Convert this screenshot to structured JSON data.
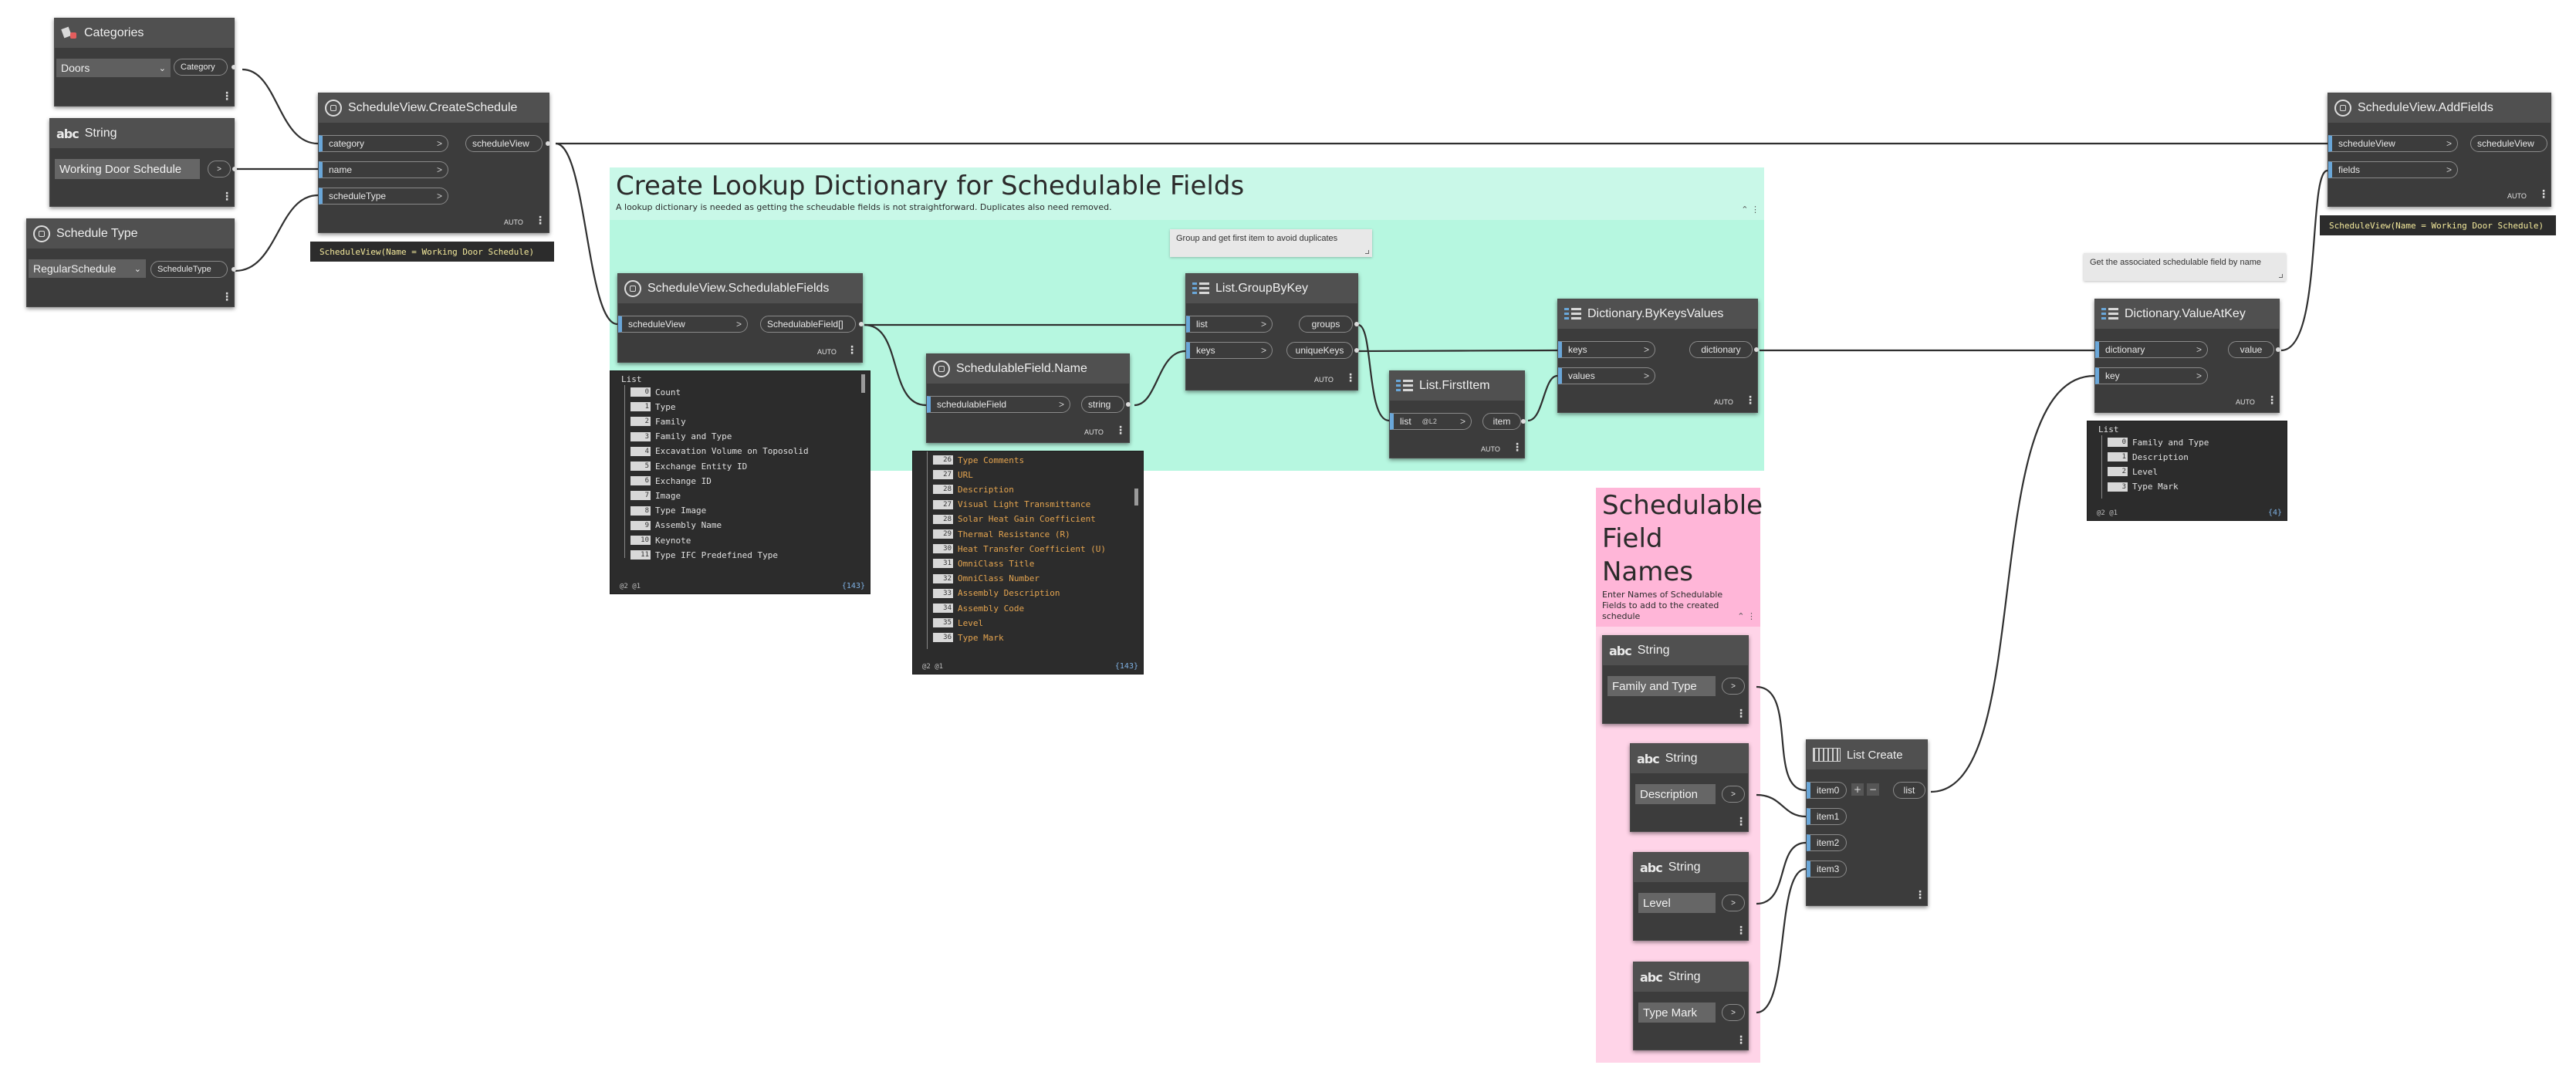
{
  "groups": {
    "lookup": {
      "title": "Create Lookup Dictionary for Schedulable Fields",
      "description": "A lookup dictionary is needed as getting the scheudable fields is not straightforward. Duplicates also need removed.",
      "color": "#b6f7e0"
    },
    "names": {
      "title": "Schedulable Field Names",
      "description": "Enter Names of Schedulable Fields to add to the created schedule",
      "color": "#ffb6d8"
    }
  },
  "notes": {
    "group_first": "Group  and get first item to avoid duplicates",
    "get_field": "Get the associated schedulable field by name"
  },
  "nodes": {
    "categories": {
      "title": "Categories",
      "selected": "Doors",
      "output": "Category"
    },
    "string_schedule": {
      "title": "String",
      "value": "Working Door Schedule",
      "output": ">"
    },
    "schedule_type": {
      "title": "Schedule Type",
      "selected": "RegularSchedule",
      "output": "ScheduleType"
    },
    "create_schedule": {
      "title": "ScheduleView.CreateSchedule",
      "inputs": [
        "category",
        "name",
        "scheduleType"
      ],
      "output": "scheduleView",
      "lacing": "AUTO",
      "result": "ScheduleView(Name = Working Door Schedule)"
    },
    "schedulable_fields": {
      "title": "ScheduleView.SchedulableFields",
      "input": "scheduleView",
      "output": "SchedulableField[]",
      "lacing": "AUTO"
    },
    "field_name": {
      "title": "SchedulableField.Name",
      "input": "schedulableField",
      "output": "string",
      "lacing": "AUTO"
    },
    "group_by_key": {
      "title": "List.GroupByKey",
      "inputs": [
        "list",
        "keys"
      ],
      "outputs": [
        "groups",
        "uniqueKeys"
      ],
      "lacing": "AUTO"
    },
    "first_item": {
      "title": "List.FirstItem",
      "input": "list",
      "level": "@L2",
      "output": "item",
      "lacing": "AUTO"
    },
    "by_keys_values": {
      "title": "Dictionary.ByKeysValues",
      "inputs": [
        "keys",
        "values"
      ],
      "output": "dictionary",
      "lacing": "AUTO"
    },
    "value_at_key": {
      "title": "Dictionary.ValueAtKey",
      "inputs": [
        "dictionary",
        "key"
      ],
      "output": "value",
      "lacing": "AUTO"
    },
    "add_fields": {
      "title": "ScheduleView.AddFields",
      "inputs": [
        "scheduleView",
        "fields"
      ],
      "output": "scheduleView",
      "lacing": "AUTO",
      "result": "ScheduleView(Name = Working Door Schedule)"
    },
    "str_family_type": {
      "title": "String",
      "value": "Family and Type",
      "output": ">"
    },
    "str_description": {
      "title": "String",
      "value": "Description",
      "output": ">"
    },
    "str_level": {
      "title": "String",
      "value": "Level",
      "output": ">"
    },
    "str_type_mark": {
      "title": "String",
      "value": "Type Mark",
      "output": ">"
    },
    "list_create": {
      "title": "List Create",
      "inputs": [
        "item0",
        "item1",
        "item2",
        "item3"
      ],
      "output": "list",
      "add": "+",
      "remove": "−"
    }
  },
  "previews": {
    "fields": {
      "title": "List",
      "items": [
        {
          "i": "0",
          "t": "Count"
        },
        {
          "i": "1",
          "t": "Type"
        },
        {
          "i": "2",
          "t": "Family"
        },
        {
          "i": "3",
          "t": "Family and Type"
        },
        {
          "i": "4",
          "t": "Excavation Volume on Toposolid"
        },
        {
          "i": "5",
          "t": "Exchange Entity ID"
        },
        {
          "i": "6",
          "t": "Exchange ID"
        },
        {
          "i": "7",
          "t": "Image"
        },
        {
          "i": "8",
          "t": "Type Image"
        },
        {
          "i": "9",
          "t": "Assembly Name"
        },
        {
          "i": "10",
          "t": "Keynote"
        },
        {
          "i": "11",
          "t": "Type IFC Predefined Type"
        }
      ],
      "footer": "@2 @1",
      "count": "{143}"
    },
    "names": {
      "items": [
        {
          "i": "26",
          "t": "Type Comments"
        },
        {
          "i": "27",
          "t": "URL"
        },
        {
          "i": "28",
          "t": "Description"
        },
        {
          "i": "27",
          "t": "Visual Light Transmittance"
        },
        {
          "i": "28",
          "t": "Solar Heat Gain Coefficient"
        },
        {
          "i": "29",
          "t": "Thermal Resistance (R)"
        },
        {
          "i": "30",
          "t": "Heat Transfer Coefficient (U)"
        },
        {
          "i": "31",
          "t": "OmniClass Title"
        },
        {
          "i": "32",
          "t": "OmniClass Number"
        },
        {
          "i": "33",
          "t": "Assembly Description"
        },
        {
          "i": "34",
          "t": "Assembly Code"
        },
        {
          "i": "35",
          "t": "Level"
        },
        {
          "i": "36",
          "t": "Type Mark"
        }
      ],
      "footer": "@2 @1",
      "count": "{143}"
    },
    "values": {
      "title": "List",
      "items": [
        {
          "i": "0",
          "t": "Family and Type"
        },
        {
          "i": "1",
          "t": "Description"
        },
        {
          "i": "2",
          "t": "Level"
        },
        {
          "i": "3",
          "t": "Type Mark"
        }
      ],
      "footer": "@2 @1",
      "count": "{4}"
    }
  },
  "colors": {
    "node": "#3c3c3c",
    "header": "#505050",
    "port_accent": "#6aa7d9",
    "wire": "#2f2f2f"
  }
}
